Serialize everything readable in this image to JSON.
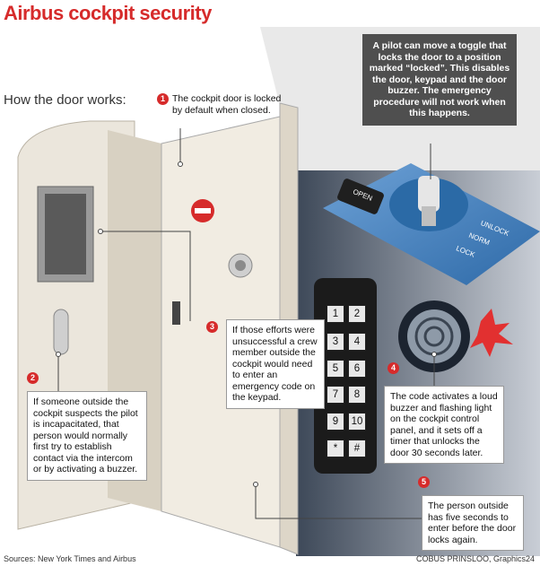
{
  "title": "Airbus cockpit security",
  "subtitle": "How the door works:",
  "steps": [
    {
      "num": "1",
      "text": "The cockpit door is locked by default when closed."
    },
    {
      "num": "2",
      "text": "If someone outside the cockpit suspects the pilot is incapacitated, that person would normally first try to establish contact via the intercom or by activating a buzzer."
    },
    {
      "num": "3",
      "text": "If those efforts were unsuccessful a crew member outside the cockpit would need to enter an emergency code on the keypad."
    },
    {
      "num": "4",
      "text": "The code activates a loud buzzer and flashing light on the cockpit control panel, and it sets off a timer that unlocks the door 30 seconds later."
    },
    {
      "num": "5",
      "text": "The person outside has five seconds to enter before the door locks again."
    }
  ],
  "lock_callout": "A pilot can move a toggle that locks the door to a position marked “locked”. This disables the door, keypad and the door buzzer. The emergency procedure will not work when this happens.",
  "toggle_labels": {
    "open": "OPEN",
    "unlock": "UNLOCK",
    "norm": "NORM",
    "lock": "LOCK"
  },
  "keypad_keys": [
    "1",
    "2",
    "3",
    "4",
    "5",
    "6",
    "7",
    "8",
    "9",
    "10",
    "*",
    "#"
  ],
  "sources": "Sources: New York Times and Airbus",
  "credit": "COBUS PRINSLOO, Graphics24",
  "colors": {
    "accent": "#d62b2b",
    "panel": "#3b78b8",
    "dark_box": "#4f4f4f"
  }
}
